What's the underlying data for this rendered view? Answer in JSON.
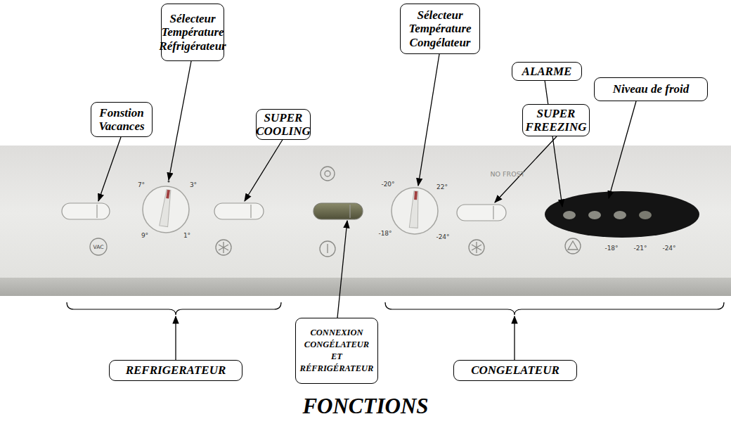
{
  "diagram": {
    "title": "FONCTIONS",
    "nodes": [
      {
        "text": [
          "Sélecteur Température Réfrigérateur"
        ]
      },
      {
        "text": [
          "Sélecteur Température Congélateur"
        ]
      },
      {
        "text": [
          "ALARME"
        ]
      },
      {
        "text": [
          "Niveau de froid"
        ]
      },
      {
        "text": [
          "Fonstion Vacances"
        ]
      },
      {
        "text": [
          "SUPER FREEZING"
        ]
      },
      {
        "text": [
          "SUPER COOLING"
        ]
      },
      {
        "text": [
          "REFRIGERATEUR"
        ]
      },
      {
        "text": [
          "CONNEXION CONGÉLATEUR ET RÉFRIGÉRATEUR"
        ]
      },
      {
        "text": [
          "CONGELATEUR"
        ]
      }
    ],
    "labels": [
      "7°",
      "3°",
      "9°",
      "1°",
      "-20°",
      "22°",
      "-18°",
      "-24°",
      "NO FROST",
      "VAC",
      "-18°",
      "-21°",
      "-24°"
    ]
  }
}
